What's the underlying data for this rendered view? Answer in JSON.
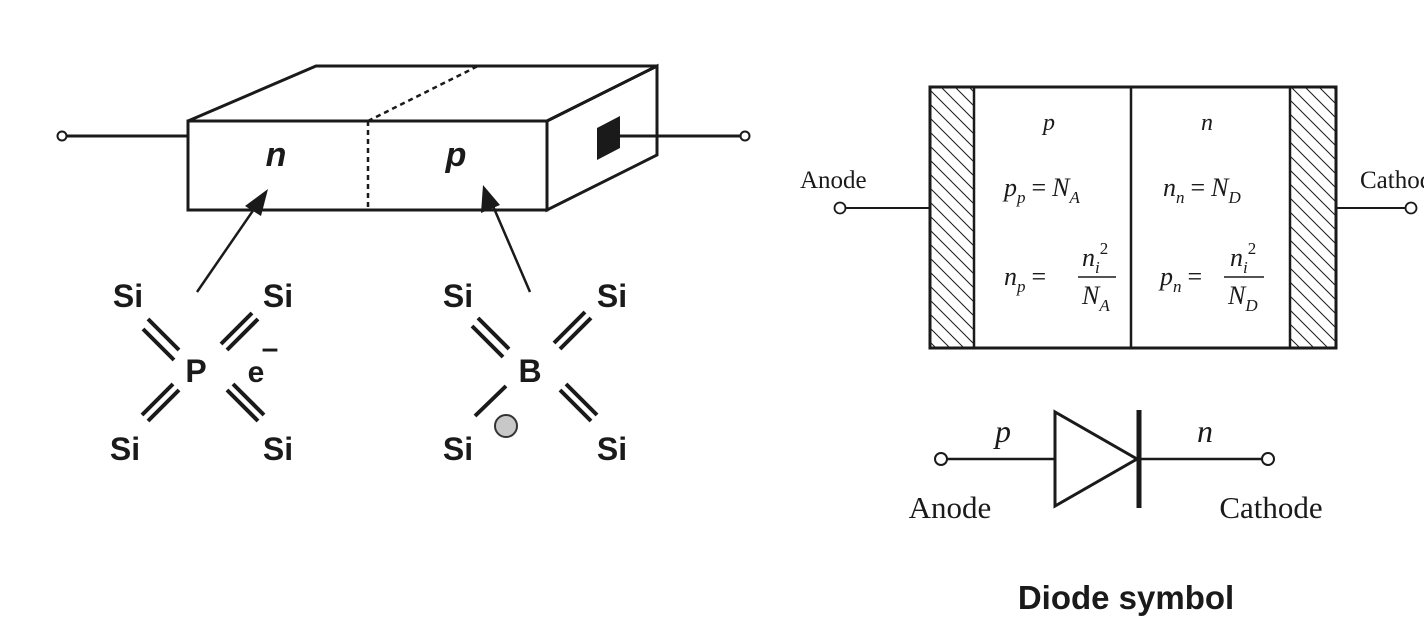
{
  "left_figure": {
    "block": {
      "n_label": "n",
      "p_label": "p"
    },
    "phosphorus": {
      "center": "P",
      "electron": "e",
      "charge": "–",
      "neighbors": [
        "Si",
        "Si",
        "Si",
        "Si"
      ]
    },
    "boron": {
      "center": "B",
      "neighbors": [
        "Si",
        "Si",
        "Si",
        "Si"
      ],
      "hole_color": "#c8c8c8"
    }
  },
  "right_figure": {
    "anode_label": "Anode",
    "cathode_label": "Cathode",
    "p_region": {
      "title": "p",
      "eq1_lhs_main": "p",
      "eq1_lhs_sub": "p",
      "eq1_rhs_main": "N",
      "eq1_rhs_sub": "A",
      "eq2_lhs_main": "n",
      "eq2_lhs_sub": "p",
      "num_main": "n",
      "num_sub": "i",
      "num_sup": "2",
      "den_main": "N",
      "den_sub": "A"
    },
    "n_region": {
      "title": "n",
      "eq1_lhs_main": "n",
      "eq1_lhs_sub": "n",
      "eq1_rhs_main": "N",
      "eq1_rhs_sub": "D",
      "eq2_lhs_main": "p",
      "eq2_lhs_sub": "n",
      "num_main": "n",
      "num_sub": "i",
      "num_sup": "2",
      "den_main": "N",
      "den_sub": "D"
    },
    "equals": "="
  },
  "diode_symbol": {
    "p_label": "p",
    "n_label": "n",
    "anode_label": "Anode",
    "cathode_label": "Cathode",
    "fill_color": "#c9d4d0",
    "caption": "Diode symbol"
  }
}
